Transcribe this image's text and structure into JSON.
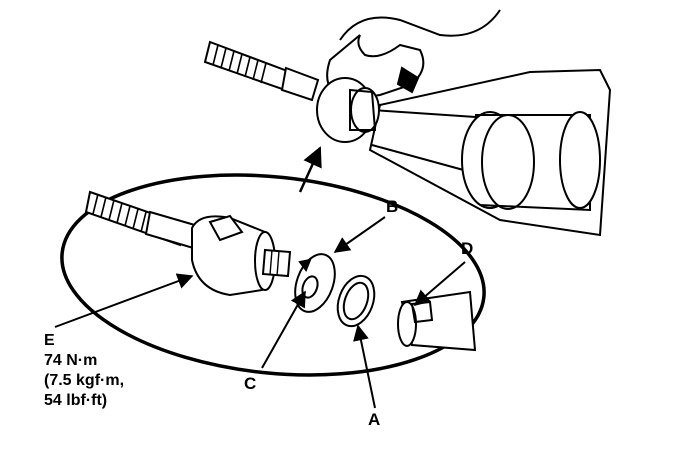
{
  "labels": {
    "a": "A",
    "b": "B",
    "c": "C",
    "d": "D"
  },
  "spec": {
    "part": "E",
    "torque_nm": "74 N·m",
    "torque_kgfm": "(7.5 kgf·m,",
    "torque_lbfft": "54 lbf·ft)"
  }
}
